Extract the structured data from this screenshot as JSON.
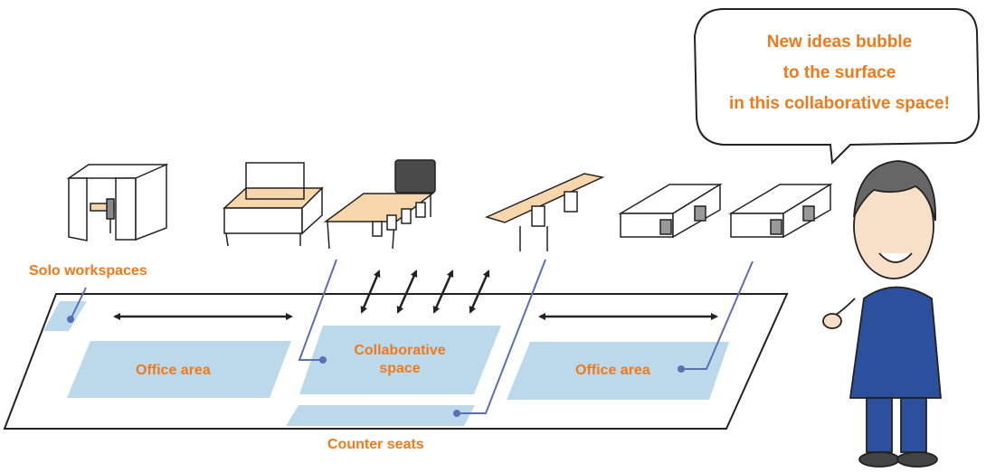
{
  "speech_bubble": {
    "lines": [
      "New ideas bubble",
      "to the surface",
      "in this collaborative space!"
    ]
  },
  "labels": {
    "solo_workspaces": "Solo workspaces",
    "office_area_left": "Office area",
    "collaborative_line1": "Collaborative",
    "collaborative_line2": "space",
    "office_area_right": "Office area",
    "counter_seats": "Counter seats"
  },
  "colors": {
    "accent_text": "#ee7a1c",
    "zone_fill": "#bcd9ec",
    "leader_line": "#5a6fb6",
    "outline": "#222222",
    "desk_wood": "#f6d6aa"
  }
}
